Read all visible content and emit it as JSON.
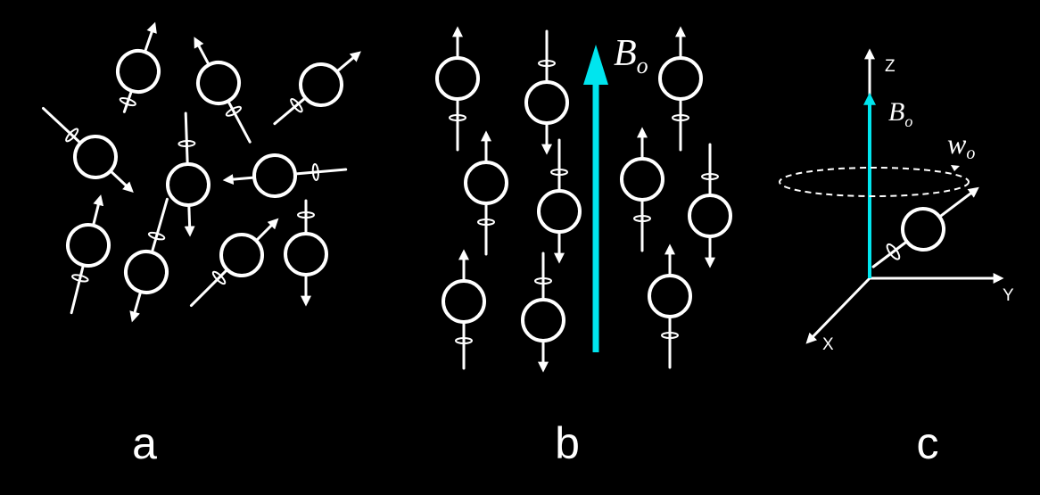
{
  "colors": {
    "background": "#000000",
    "spin": "#ffffff",
    "field": "#00e5ee"
  },
  "panels": [
    {
      "label": "a",
      "description_id": "random-spins"
    },
    {
      "label": "b",
      "description_id": "aligned-spins"
    },
    {
      "label": "c",
      "description_id": "precession"
    }
  ],
  "panel_b": {
    "field_symbol": "B",
    "field_subscript": "o"
  },
  "panel_c": {
    "axis_z": "Z",
    "axis_y": "Y",
    "axis_x": "X",
    "field_symbol": "B",
    "field_subscript": "o",
    "freq_symbol": "w",
    "freq_subscript": "o"
  }
}
